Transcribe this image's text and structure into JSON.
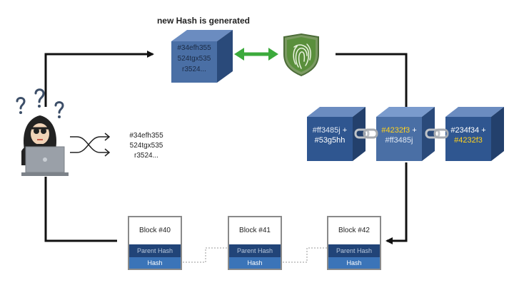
{
  "diagram": {
    "title": "new Hash is generated",
    "new_cube": {
      "lines": [
        "#34efh355",
        "524tgx535",
        "r3524..."
      ]
    },
    "shuffled_hash": {
      "lines": [
        "#34efh355",
        "524tgx535",
        "r3524..."
      ]
    },
    "chain_cubes": [
      {
        "line1": "#ff3485j",
        "plus1": " +",
        "line2": "#53g5hh"
      },
      {
        "line1": "#4232f3",
        "plus1": " +",
        "line2": "#ff3485j"
      },
      {
        "line1": "#234f34",
        "plus1": " +",
        "line2": "#4232f3"
      }
    ],
    "blocks": [
      {
        "title": "Block #40",
        "parent": "Parent Hash",
        "hash": "Hash"
      },
      {
        "title": "Block #41",
        "parent": "Parent Hash",
        "hash": "Hash"
      },
      {
        "title": "Block #42",
        "parent": "Parent Hash",
        "hash": "Hash"
      }
    ],
    "icons": [
      "hacker-icon",
      "question-mark-icon",
      "laptop-icon",
      "shuffle-icon",
      "fingerprint-shield-icon",
      "chain-link-icon",
      "double-arrow-icon"
    ],
    "colors": {
      "cube_front": "#4a6fa5",
      "cube_side": "#2a4a7a",
      "cube_top": "#6b8cc0",
      "gold": "#ffd21e",
      "shield_green": "#5a8f3c",
      "arrow_green": "#3caa3c"
    }
  }
}
